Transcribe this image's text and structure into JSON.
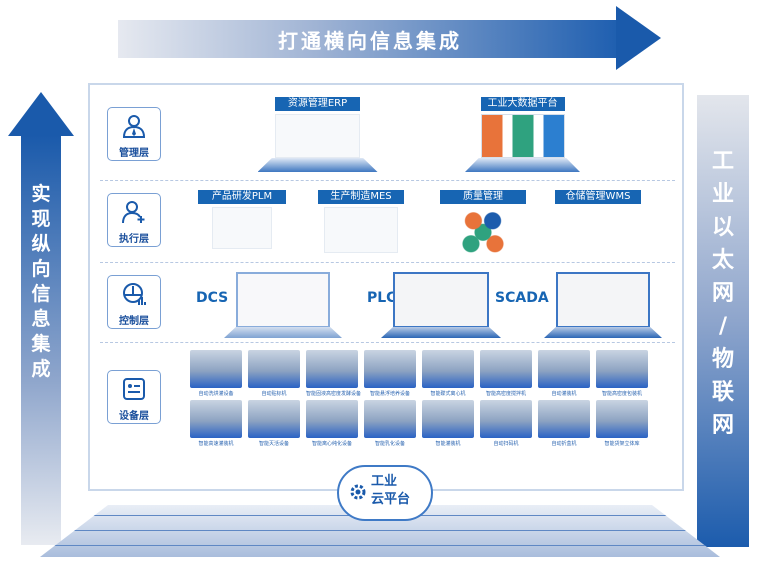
{
  "top_arrow": {
    "label": "打通横向信息集成"
  },
  "left_arrow": {
    "label": [
      "实",
      "现",
      "纵",
      "向",
      "信",
      "息",
      "集",
      "成"
    ]
  },
  "right_panel": {
    "label": [
      "工",
      "业",
      "以",
      "太",
      "网",
      "/",
      "物",
      "联",
      "网"
    ]
  },
  "layers": [
    {
      "label": "管理层",
      "icon": "manager-icon"
    },
    {
      "label": "执行层",
      "icon": "user-add-icon"
    },
    {
      "label": "控制层",
      "icon": "control-icon"
    },
    {
      "label": "设备层",
      "icon": "device-icon"
    }
  ],
  "management": [
    {
      "label": "资源管理ERP"
    },
    {
      "label": "工业大数据平台"
    }
  ],
  "execution": [
    {
      "label": "产品研发PLM"
    },
    {
      "label": "生产制造MES"
    },
    {
      "label": "质量管理"
    },
    {
      "label": "仓储管理WMS"
    }
  ],
  "control": [
    {
      "label": "DCS"
    },
    {
      "label": "PLC"
    },
    {
      "label": "SCADA"
    }
  ],
  "equipment": [
    "自动洗烘灌设备",
    "自动贴标机",
    "智能固液高密度发酵设备",
    "智能悬浮培养设备",
    "智能碟式离心机",
    "智能高密度搅拌机",
    "自动灌装机",
    "智能高密度包装机",
    "智能高速灌装机",
    "智能灭活设备",
    "智能离心纯化设备",
    "智能乳化设备",
    "智能灌装机",
    "自动扫码机",
    "自动折盒机",
    "智能货架立体库"
  ],
  "cloud": {
    "label1": "工业",
    "label2": "云平台"
  }
}
